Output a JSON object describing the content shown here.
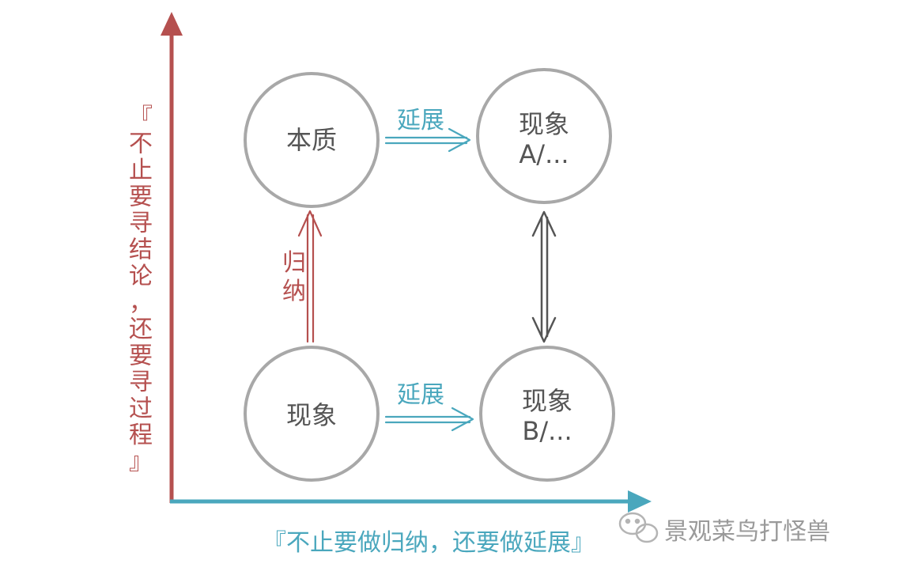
{
  "axes": {
    "y_label": "『不止要寻结论，还要寻过程』",
    "x_label": "『不止要做归纳，还要做延展』"
  },
  "nodes": {
    "essence": {
      "line1": "本质"
    },
    "phenomenon": {
      "line1": "现象"
    },
    "phenomenon_a": {
      "line1": "现象",
      "line2": "A/..."
    },
    "phenomenon_b": {
      "line1": "现象",
      "line2": "B/..."
    }
  },
  "arrows": {
    "extend_top": "延展",
    "extend_bottom": "延展",
    "induce": [
      "归",
      "纳"
    ]
  },
  "watermark": {
    "text": "景观菜鸟打怪兽"
  },
  "colors": {
    "y_axis": "#b5504f",
    "x_axis": "#4aa7bd",
    "circle_stroke": "#a8a8a8",
    "node_text": "#555555",
    "induce_arrow": "#b5504f",
    "extend_arrow": "#4aa7bd",
    "bidirectional_arrow": "#555555",
    "watermark": "#9a9a9a"
  }
}
